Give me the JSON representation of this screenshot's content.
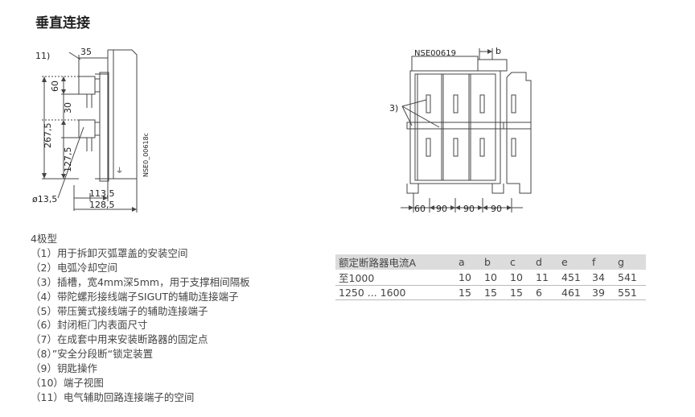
{
  "title": "垂直连接",
  "left_drawing": {
    "callout": "11)",
    "dims": [
      "35",
      "60",
      "30",
      "267,5",
      "127,5",
      "ø13,5",
      "113,5",
      "128,5"
    ],
    "ref": "NSE0_00618c"
  },
  "right_drawing": {
    "ref": "NSE00619",
    "letter": "b",
    "callout": "3)",
    "dims": [
      "60",
      "90",
      "90",
      "90"
    ]
  },
  "legend": {
    "heading": "4极型",
    "items": [
      "（1）用于拆卸灭弧罩盖的安装空间",
      "（2）电弧冷却空间",
      "（3）插槽，宽4mm深5mm，用于支撑相间隔板",
      "（4）带陀螺形接线端子SIGUT的辅助连接端子",
      "（5）带压簧式接线端子的辅助连接端子",
      "（6）封闭柜门内表面尺寸",
      "（7）在成套中用来安装断路器的固定点",
      "（8）”安全分段断“锁定装置",
      "（9）钥匙操作",
      "（10）端子视图",
      "（11）电气辅助回路连接端子的空间"
    ]
  },
  "table": {
    "headers": [
      "额定断路器电流A",
      "a",
      "b",
      "c",
      "d",
      "e",
      "f",
      "g"
    ],
    "rows": [
      [
        "至1000",
        "10",
        "10",
        "10",
        "11",
        "451",
        "34",
        "541"
      ],
      [
        "1250 ... 1600",
        "15",
        "15",
        "15",
        "6",
        "461",
        "39",
        "551"
      ]
    ]
  }
}
